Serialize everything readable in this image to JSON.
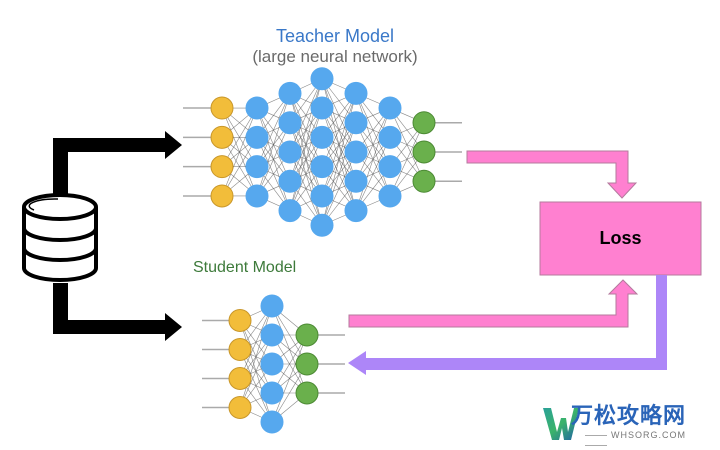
{
  "teacher": {
    "title": "Teacher Model",
    "subtitle": "(large neural network)",
    "layers": [
      4,
      4,
      5,
      6,
      5,
      4,
      3
    ]
  },
  "student": {
    "title": "Student Model",
    "layers": [
      4,
      5,
      3
    ]
  },
  "loss": {
    "label": "Loss"
  },
  "data_source": {
    "icon": "database-icon"
  },
  "colors": {
    "input_node": "#f2bd3a",
    "hidden_node": "#56a8ee",
    "output_node": "#6ab04c",
    "loss_box": "#ff80d0",
    "teacher_to_loss_arrow": "#ff80d0",
    "student_to_loss_arrow": "#ff80d0",
    "loss_to_student_arrow": "#ad86f8",
    "data_arrows": "#000000"
  },
  "watermark": {
    "name": "万松攻略网",
    "url": "WHSORG.COM"
  }
}
